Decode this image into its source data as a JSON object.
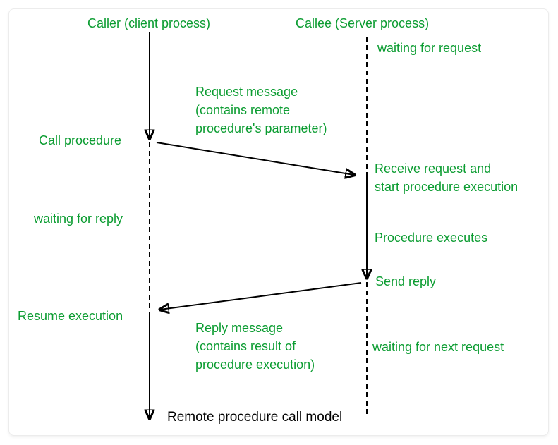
{
  "diagram": {
    "type": "sequence-diagram",
    "title": "Remote procedure call model",
    "colors": {
      "text_green": "#0b9c31",
      "line_black": "#000000",
      "title_black": "#000000",
      "card_border": "#ececec"
    },
    "caller": {
      "header": "Caller (client process)",
      "call_procedure": "Call procedure",
      "waiting_for_reply": "waiting for reply",
      "resume_execution": "Resume execution"
    },
    "callee": {
      "header": "Callee (Server process)",
      "waiting_for_request": "waiting for request",
      "receive_request": "Receive request and\nstart procedure execution",
      "procedure_executes": "Procedure executes",
      "send_reply": "Send reply",
      "waiting_for_next_request": "waiting for next request"
    },
    "messages": {
      "request": "Request message\n(contains remote\nprocedure's parameter)",
      "reply": "Reply message\n(contains result of\nprocedure execution)"
    }
  }
}
